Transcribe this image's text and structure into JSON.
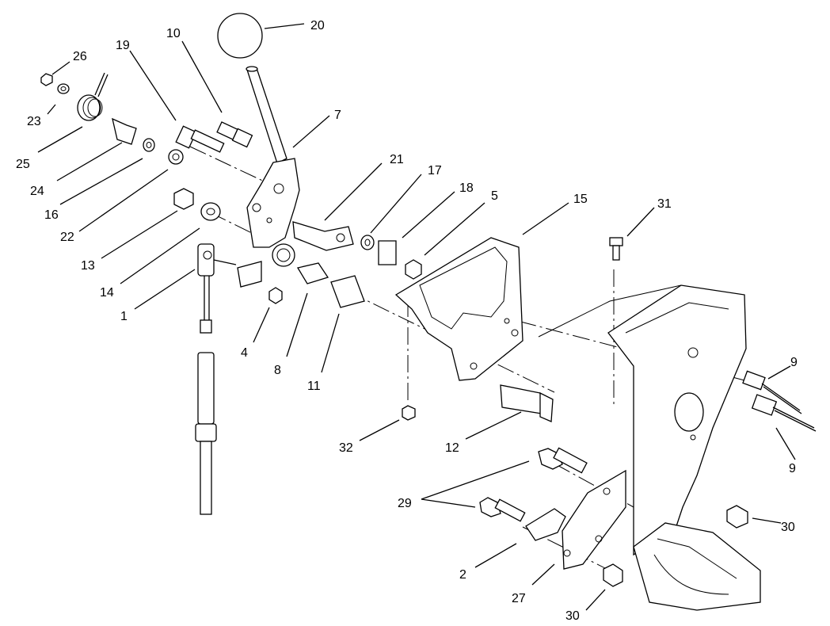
{
  "callouts": [
    {
      "id": "c20",
      "text": "20"
    },
    {
      "id": "c10",
      "text": "10"
    },
    {
      "id": "c19",
      "text": "19"
    },
    {
      "id": "c26",
      "text": "26"
    },
    {
      "id": "c23",
      "text": "23"
    },
    {
      "id": "c25",
      "text": "25"
    },
    {
      "id": "c24",
      "text": "24"
    },
    {
      "id": "c16",
      "text": "16"
    },
    {
      "id": "c22",
      "text": "22"
    },
    {
      "id": "c13",
      "text": "13"
    },
    {
      "id": "c14",
      "text": "14"
    },
    {
      "id": "c1",
      "text": "1"
    },
    {
      "id": "c7",
      "text": "7"
    },
    {
      "id": "c21",
      "text": "21"
    },
    {
      "id": "c17",
      "text": "17"
    },
    {
      "id": "c18",
      "text": "18"
    },
    {
      "id": "c5",
      "text": "5"
    },
    {
      "id": "c15",
      "text": "15"
    },
    {
      "id": "c31",
      "text": "31"
    },
    {
      "id": "c4",
      "text": "4"
    },
    {
      "id": "c8",
      "text": "8"
    },
    {
      "id": "c11",
      "text": "11"
    },
    {
      "id": "c9a",
      "text": "9"
    },
    {
      "id": "c9b",
      "text": "9"
    },
    {
      "id": "c32",
      "text": "32"
    },
    {
      "id": "c12",
      "text": "12"
    },
    {
      "id": "c29",
      "text": "29"
    },
    {
      "id": "c30a",
      "text": "30"
    },
    {
      "id": "c2",
      "text": "2"
    },
    {
      "id": "c27",
      "text": "27"
    },
    {
      "id": "c30b",
      "text": "30"
    }
  ]
}
